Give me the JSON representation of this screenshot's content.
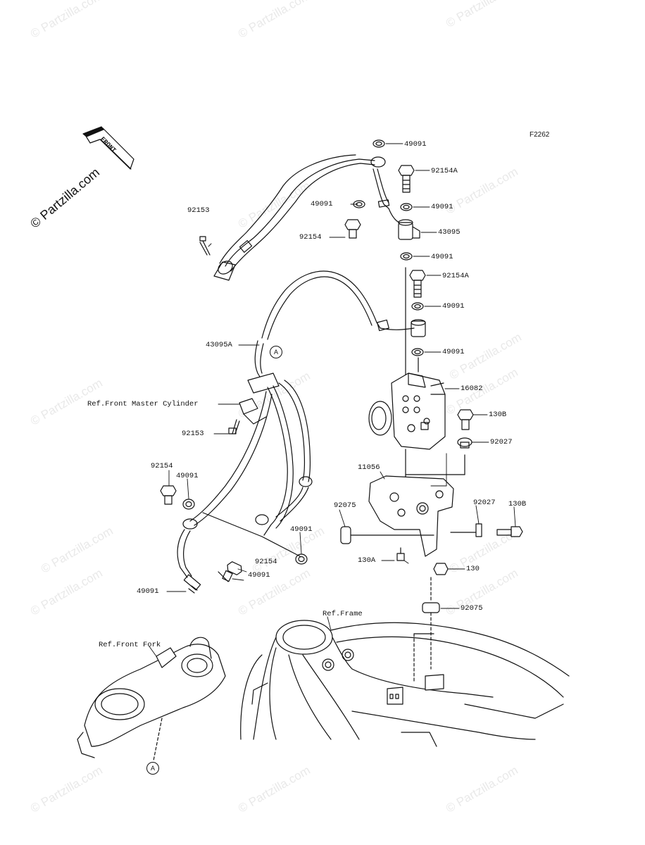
{
  "diagram_code": "F2262",
  "front_arrow_text": "FRONT",
  "copyright_watermark": "© Partzilla.com",
  "watermark_tiles": [
    "© Partzilla.com",
    "© Partzilla.com",
    "© Partzilla.com",
    "© Partzilla.com",
    "© Partzilla.com",
    "© Partzilla.com",
    "© Partzilla.com",
    "© Partzilla.com",
    "© Partzilla.com",
    "© Partzilla.com",
    "© Partzilla.com",
    "© Partzilla.com",
    "© Partzilla.com",
    "© Partzilla.com",
    "© Partzilla.com",
    "© Partzilla.com",
    "© Partzilla.com",
    "© Partzilla.com"
  ],
  "ref_labels": {
    "a_marker": "A",
    "front_master_cylinder": "Ref.Front Master Cylinder",
    "frame": "Ref.Frame",
    "front_fork": "Ref.Front Fork"
  },
  "part_labels": [
    "49091",
    "92154A",
    "49091",
    "49091",
    "43095",
    "92153",
    "92154",
    "49091",
    "92154A",
    "49091",
    "43095A",
    "49091",
    "16082",
    "130B",
    "92027",
    "92153",
    "11056",
    "92075",
    "92027",
    "130B",
    "92154",
    "49091",
    "49091",
    "92154",
    "49091",
    "49091",
    "130A",
    "130",
    "92075"
  ]
}
